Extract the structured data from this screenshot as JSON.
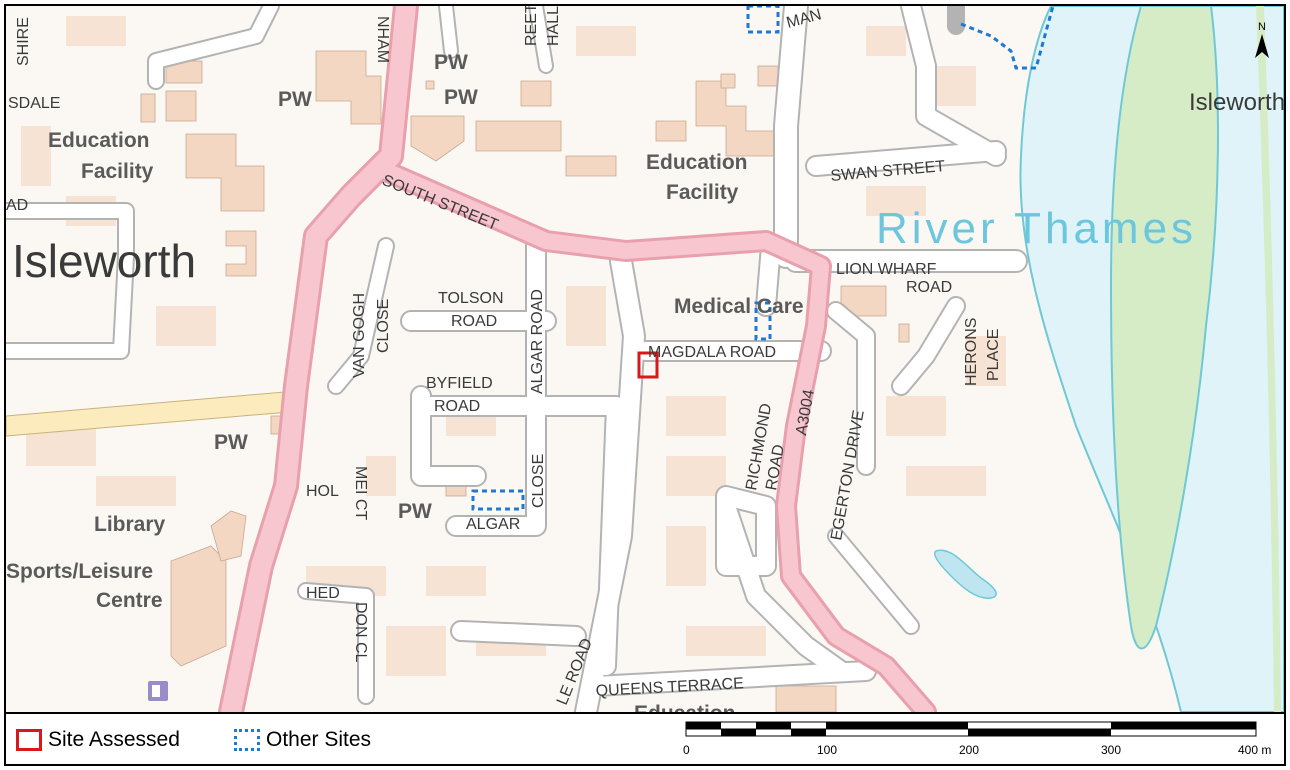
{
  "map": {
    "labels": {
      "pw_top_left": "PW",
      "pw_top_center": "PW",
      "pw_top_center2": "PW",
      "pw_left_mid": "PW",
      "pw_lower": "PW",
      "education_left_1": "Education",
      "education_left_2": "Facility",
      "education_center_1": "Education",
      "education_center_2": "Facility",
      "education_bottom": "Education",
      "town": "Isleworth",
      "town_right": "Isleworth",
      "river": "River Thames",
      "medical": "Medical Care",
      "library": "Library",
      "sports_1": "Sports/Leisure",
      "sports_2": "Centre",
      "sdale": "SDALE",
      "ad": "AD"
    },
    "streets": {
      "south_street": "SOUTH STREET",
      "swan_street": "SWAN STREET",
      "lion_wharf_1": "LION WHARF",
      "lion_wharf_2": "ROAD",
      "tolson_1": "TOLSON",
      "tolson_2": "ROAD",
      "algar_road": "ALGAR ROAD",
      "magdala_road": "MAGDALA ROAD",
      "byfield_1": "BYFIELD",
      "byfield_2": "ROAD",
      "van_gogh_1": "VAN GOGH",
      "van_gogh_2": "CLOSE",
      "algar_close_1": "ALGAR",
      "algar_close_2": "CLOSE",
      "richmond_1": "RICHMOND",
      "richmond_2": "ROAD",
      "a3004": "A3004",
      "egerton": "EGERTON DRIVE",
      "herons_1": "HERONS",
      "herons_2": "PLACE",
      "queens_terrace": "QUEENS TERRACE",
      "hedon_1": "HED",
      "hedon_2": "DON CL",
      "twickenham": "NHAM",
      "hall_street_1": "HALL",
      "hall_street_2": "REET",
      "le_road": "LE ROAD",
      "man": "MAN",
      "shire": "SHIRE",
      "holme": "HOL",
      "mei_ct": "MEI CT",
      "n_arrow": "N"
    }
  },
  "legend": {
    "site_assessed": "Site Assessed",
    "other_sites": "Other Sites",
    "colors": {
      "site_assessed": "#d7191c",
      "other_sites": "#1f78d1"
    }
  },
  "scale_bar": {
    "ticks": [
      "0",
      "100",
      "200",
      "300",
      "400 m"
    ]
  }
}
